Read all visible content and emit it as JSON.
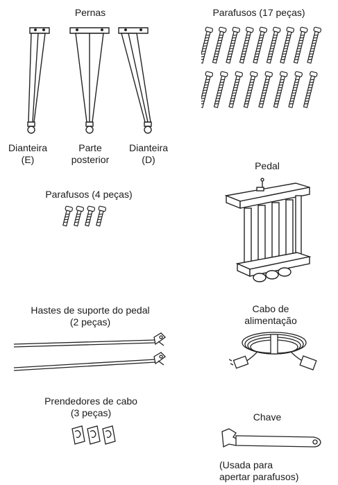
{
  "legs": {
    "title": "Pernas",
    "left": [
      "Dianteira",
      "(E)"
    ],
    "back": [
      "Parte",
      "posterior"
    ],
    "right": [
      "Dianteira",
      "(D)"
    ]
  },
  "screws17": {
    "title": "Parafusos (17 peças)"
  },
  "pedal": {
    "title": "Pedal"
  },
  "screws4": {
    "title": "Parafusos (4 peças)"
  },
  "rods": {
    "title": [
      "Hastes de suporte do pedal",
      "(2 peças)"
    ]
  },
  "power": {
    "title": [
      "Cabo de",
      "alimentação"
    ]
  },
  "clips": {
    "title": [
      "Prendedores de cabo",
      "(3 peças)"
    ]
  },
  "wrench": {
    "title": "Chave",
    "note": [
      "(Usada para",
      "apertar parafusos)"
    ]
  }
}
